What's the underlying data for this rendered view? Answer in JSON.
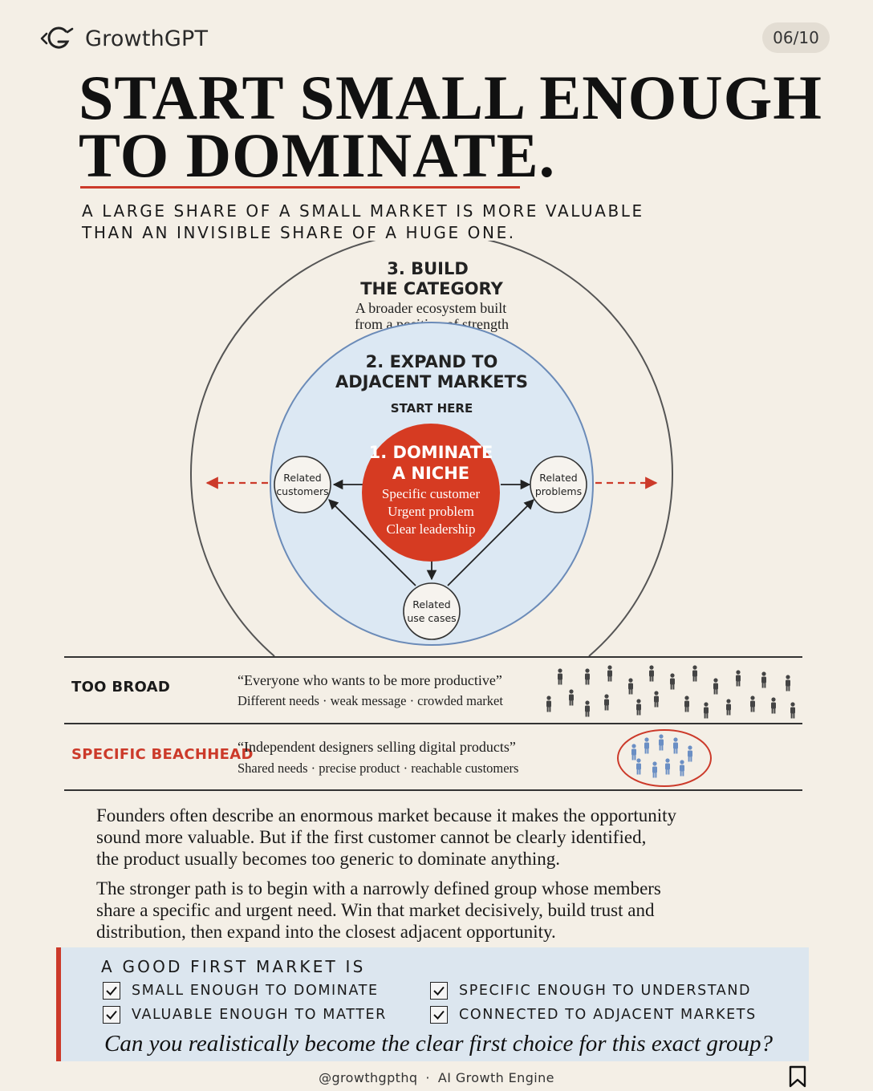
{
  "brand": {
    "name": "GrowthGPT",
    "page": "06/10"
  },
  "title": {
    "line1": "START SMALL ENOUGH",
    "line2": "TO DOMINATE."
  },
  "subtitle": {
    "line1": "A LARGE SHARE OF A SMALL MARKET IS MORE VALUABLE",
    "line2": "THAN AN INVISIBLE SHARE OF A HUGE ONE."
  },
  "diagram": {
    "outer": {
      "title1": "3. BUILD",
      "title2": "THE CATEGORY",
      "desc1": "A broader ecosystem built",
      "desc2": "from a position of strength"
    },
    "middle": {
      "title1": "2. EXPAND TO",
      "title2": "ADJACENT MARKETS",
      "start_here": "START HERE"
    },
    "core": {
      "title1": "1. DOMINATE",
      "title2": "A NICHE",
      "line1": "Specific customer",
      "line2": "Urgent problem",
      "line3": "Clear leadership"
    },
    "nodes": {
      "left": {
        "line1": "Related",
        "line2": "customers"
      },
      "right": {
        "line1": "Related",
        "line2": "problems"
      },
      "bottom": {
        "line1": "Related",
        "line2": "use cases"
      }
    },
    "colors": {
      "accent": "#cc3a2a",
      "ring": "#dce8f3",
      "ring_border": "#6b8bb8",
      "people": "#6b8fc4"
    }
  },
  "comparison": {
    "broad": {
      "label": "TOO BROAD",
      "quote": "“Everyone who wants to be more productive”",
      "desc": "Different needs · weak message · crowded market"
    },
    "specific": {
      "label": "SPECIFIC BEACHHEAD",
      "quote": "“Independent designers selling digital products”",
      "desc": "Shared needs · precise product · reachable customers"
    }
  },
  "body": {
    "p1": [
      "Founders often describe an enormous market because it makes the opportunity",
      "sound more valuable. But if the first customer cannot be clearly identified,",
      "the product usually becomes too generic to dominate anything."
    ],
    "p2": [
      "The stronger path is to begin with a narrowly defined group whose members",
      "share a specific and urgent need. Win that market decisively, build trust and",
      "distribution, then expand into the closest adjacent opportunity."
    ]
  },
  "callout": {
    "heading": "A GOOD FIRST MARKET IS",
    "items": [
      "SMALL ENOUGH TO DOMINATE",
      "SPECIFIC ENOUGH TO UNDERSTAND",
      "VALUABLE ENOUGH TO MATTER",
      "CONNECTED TO ADJACENT MARKETS"
    ],
    "question": "Can you realistically become the clear first choice for this exact group?"
  },
  "footer": {
    "handle": "@growthgpthq",
    "separator": "·",
    "tagline": "AI Growth Engine"
  }
}
